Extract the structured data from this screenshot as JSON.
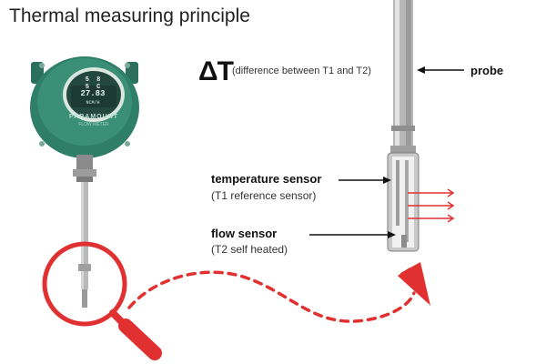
{
  "title": "Thermal measuring principle",
  "delta": {
    "symbol": "ΔT",
    "note": "(difference between T1 and T2)"
  },
  "labels": {
    "probe": "probe",
    "temperature_sensor": "temperature sensor",
    "temperature_sensor_sub": "(T1 reference sensor)",
    "flow_sensor": "flow sensor",
    "flow_sensor_sub": "(T2 self heated)"
  },
  "device": {
    "brand": "PARAMOUNT",
    "brand_sub": "FLOW METER",
    "screen_top": "5 8 5 C",
    "screen_value": "27.83",
    "screen_unit": "NCM/H"
  },
  "colors": {
    "device_green": "#2e7d66",
    "accent_red": "#e03030",
    "probe_steel": "#b8b8b8"
  },
  "icons": [
    "magnifier-icon",
    "arrow-icon",
    "flow-arrow-icon"
  ]
}
